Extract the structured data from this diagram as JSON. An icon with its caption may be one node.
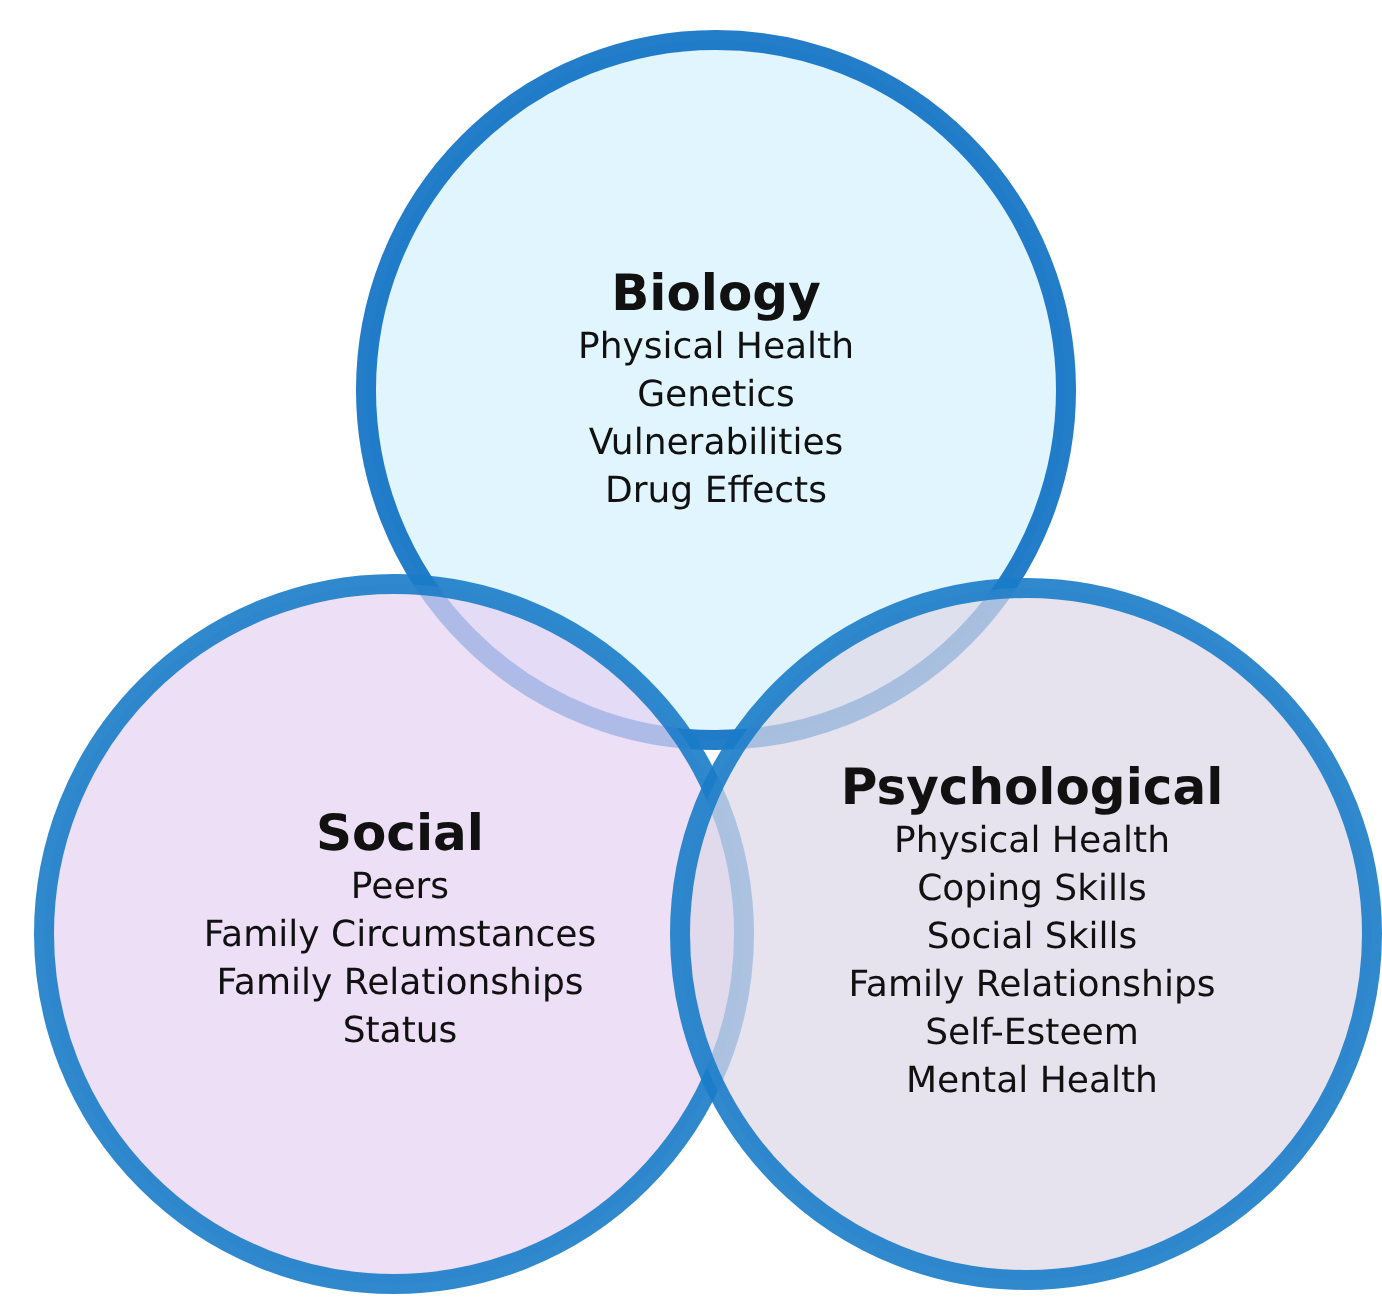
{
  "diagram": {
    "nodes": [
      {
        "text": [
          "Biology",
          "Physical Health",
          "Genetics",
          "Vulnerabilities",
          "Drug Effects"
        ]
      },
      {
        "text": [
          "Social",
          "Peers",
          "Family Circumstances",
          "Family Relationships",
          "Status"
        ]
      },
      {
        "text": [
          "Psychological",
          "Physical Health",
          "Coping Skills",
          "Social Skills",
          "Family Relationships",
          "Self-Esteem",
          "Mental Health"
        ]
      }
    ]
  }
}
